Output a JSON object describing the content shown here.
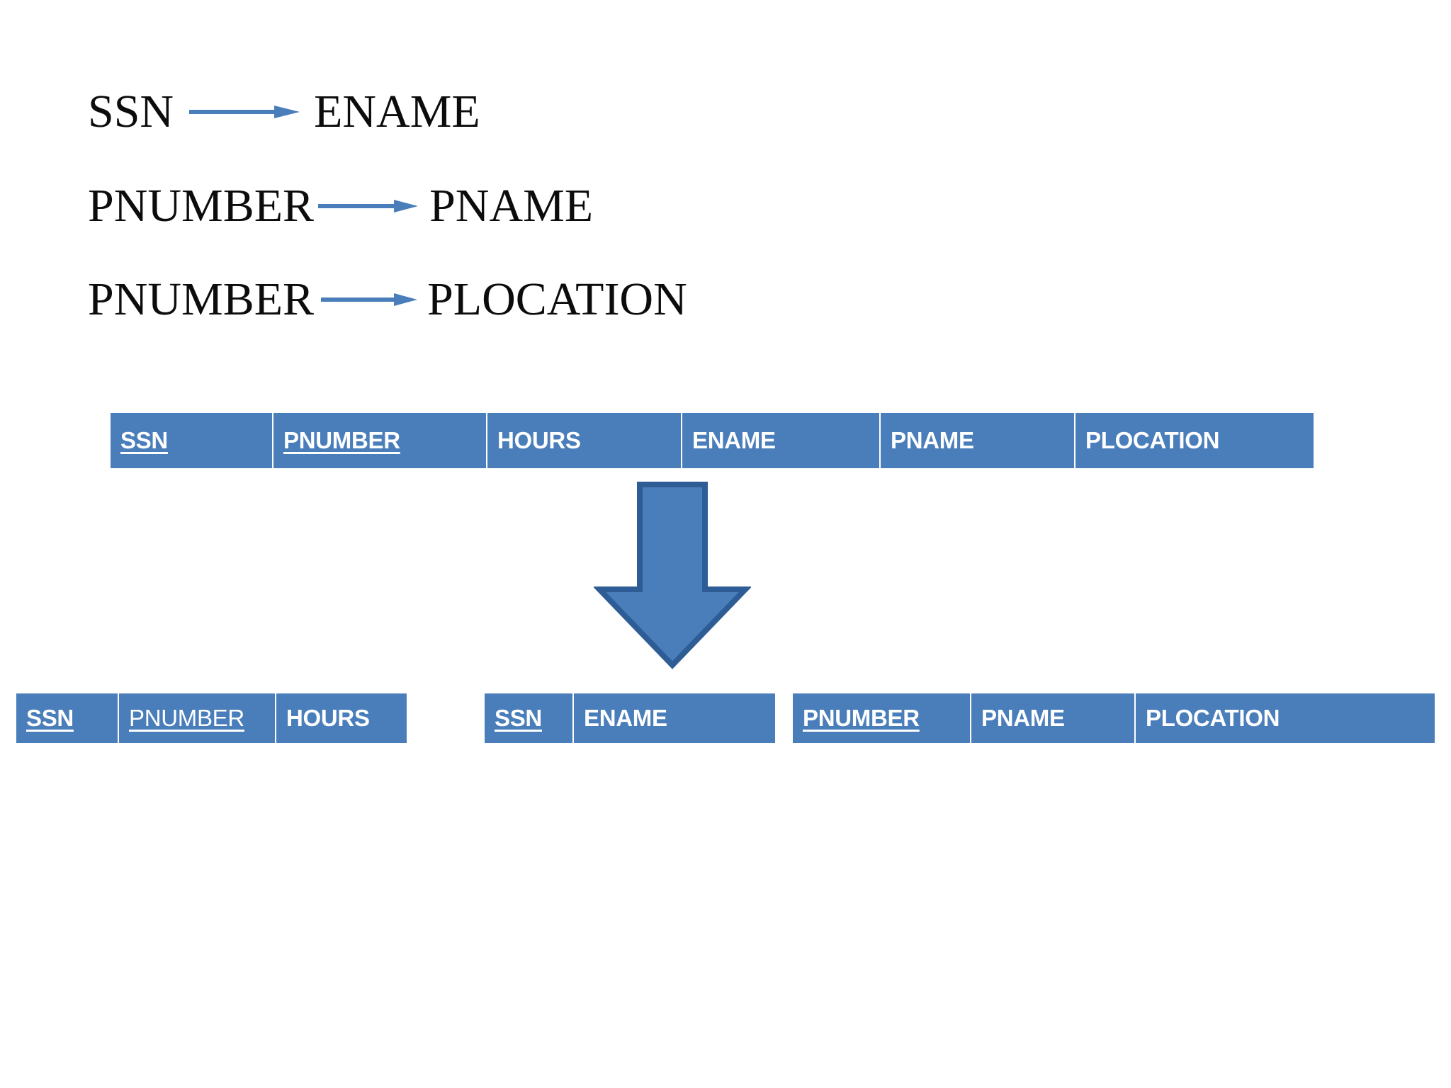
{
  "colors": {
    "table_fill": "#4A7EBB",
    "arrow_fill": "#4A7EBB",
    "arrow_outline": "#2E5C95",
    "fd_arrow": "#4A7EBB",
    "text_dark": "#0C0C0C",
    "cell_text": "#FFFFFF",
    "background": "#FFFFFF"
  },
  "functional_dependencies": [
    {
      "determinant": "SSN",
      "arrow": "right-arrow-icon",
      "dependent": "ENAME"
    },
    {
      "determinant": "PNUMBER",
      "arrow": "right-arrow-icon",
      "dependent": "PNAME"
    },
    {
      "determinant": "PNUMBER",
      "arrow": "right-arrow-icon",
      "dependent": "PLOCATION"
    }
  ],
  "original_relation": {
    "columns": [
      {
        "label": "SSN",
        "key": true,
        "bold": true
      },
      {
        "label": "PNUMBER",
        "key": true,
        "bold": true
      },
      {
        "label": "HOURS",
        "key": false,
        "bold": true
      },
      {
        "label": "ENAME",
        "key": false,
        "bold": true
      },
      {
        "label": "PNAME",
        "key": false,
        "bold": true
      },
      {
        "label": "PLOCATION",
        "key": false,
        "bold": true
      }
    ]
  },
  "decomposition_arrow": {
    "icon": "down-arrow-icon",
    "direction": "down"
  },
  "decomposed_relations": [
    {
      "name": "works-on-relation",
      "columns": [
        {
          "label": "SSN",
          "key": true,
          "bold": true
        },
        {
          "label": "PNUMBER",
          "key": true,
          "bold": false
        },
        {
          "label": "HOURS",
          "key": false,
          "bold": true
        }
      ]
    },
    {
      "name": "employee-relation",
      "columns": [
        {
          "label": "SSN",
          "key": true,
          "bold": true
        },
        {
          "label": "ENAME",
          "key": false,
          "bold": true
        }
      ]
    },
    {
      "name": "project-relation",
      "columns": [
        {
          "label": "PNUMBER",
          "key": true,
          "bold": true
        },
        {
          "label": "PNAME",
          "key": false,
          "bold": true
        },
        {
          "label": "PLOCATION",
          "key": false,
          "bold": true
        }
      ]
    }
  ]
}
